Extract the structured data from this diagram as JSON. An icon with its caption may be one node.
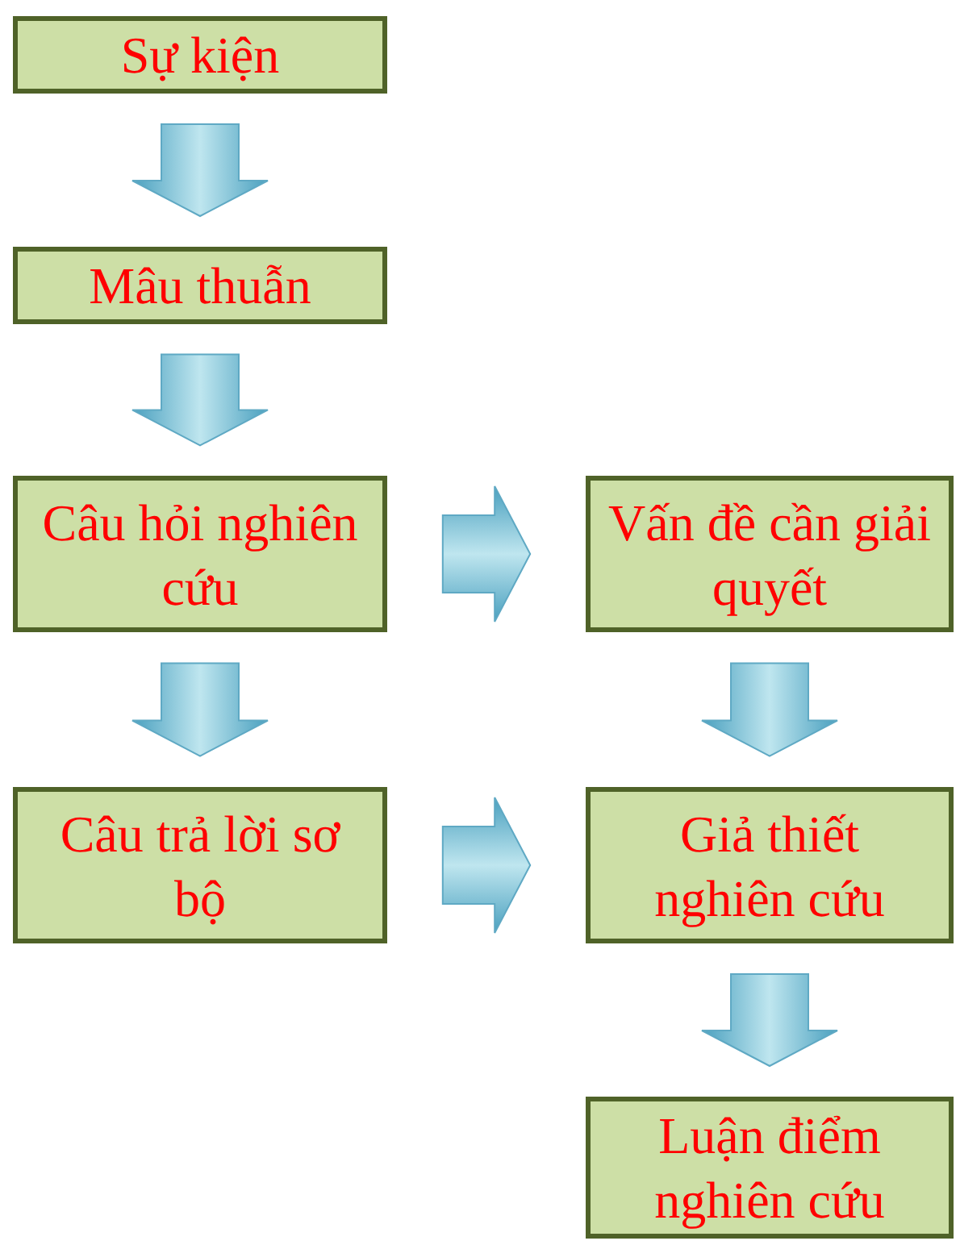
{
  "diagram": {
    "nodes": [
      {
        "text": [
          "Sự kiện"
        ]
      },
      {
        "text": [
          "Mâu thuẫn"
        ]
      },
      {
        "text": [
          "Câu hỏi nghiên cứu"
        ]
      },
      {
        "text": [
          "Vấn đề cần giải quyết"
        ]
      },
      {
        "text": [
          "Câu trả lời sơ bộ"
        ]
      },
      {
        "text": [
          "Giả thiết nghiên cứu"
        ]
      },
      {
        "text": [
          "Luận điểm nghiên cứu"
        ]
      }
    ],
    "edges": [
      {
        "from": 0,
        "to": 1,
        "arrow": "to"
      },
      {
        "from": 1,
        "to": 2,
        "arrow": "to"
      },
      {
        "from": 2,
        "to": 3,
        "arrow": "to"
      },
      {
        "from": 2,
        "to": 4,
        "arrow": "to"
      },
      {
        "from": 3,
        "to": 5,
        "arrow": "to"
      },
      {
        "from": 4,
        "to": 5,
        "arrow": "to"
      },
      {
        "from": 5,
        "to": 6,
        "arrow": "to"
      }
    ]
  }
}
